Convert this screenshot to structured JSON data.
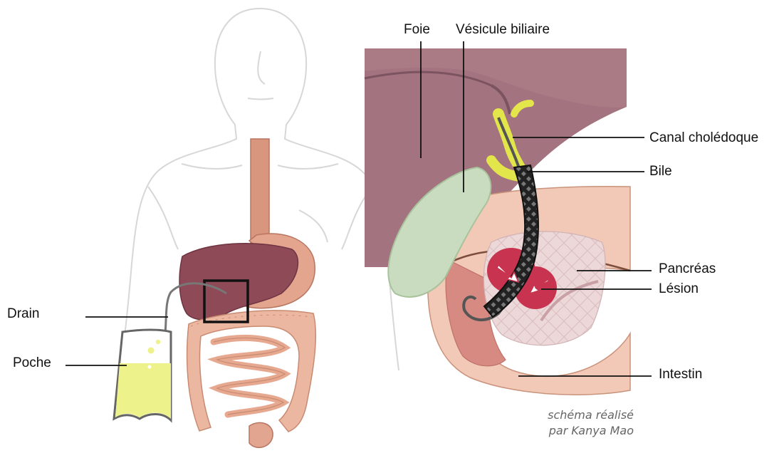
{
  "labels": {
    "foie": "Foie",
    "vesicule": "Vésicule biliaire",
    "canal": "Canal cholédoque",
    "bile": "Bile",
    "pancreas": "Pancréas",
    "lesion": "Lésion",
    "intestin": "Intestin",
    "drain": "Drain",
    "poche": "Poche"
  },
  "credit": {
    "line1": "schéma réalisé",
    "line2": "par Kanya Mao"
  },
  "colors": {
    "liver": "#9e6a78",
    "gallbladder": "#c9dcc0",
    "bile": "#e2e64a",
    "pancreas": "#e8cfd0",
    "lesion": "#c8344f",
    "intestine": "#f0c8b4",
    "stent": "#2a2a2a",
    "bag_fluid": "#eef28a"
  }
}
